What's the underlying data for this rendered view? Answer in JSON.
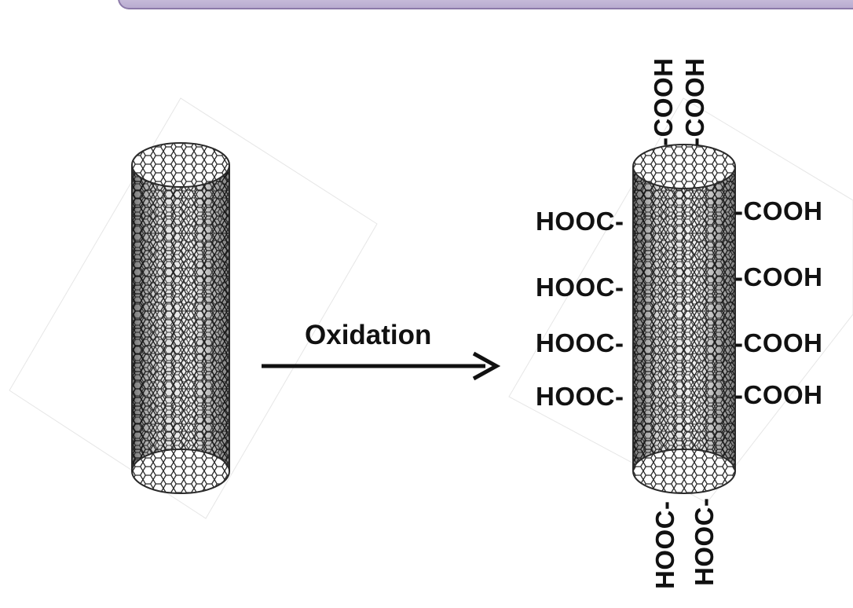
{
  "process": {
    "label": "Oxidation"
  },
  "functional_groups": {
    "left": [
      "HOOC-",
      "HOOC-",
      "HOOC-",
      "HOOC-"
    ],
    "right": [
      "-COOH",
      "-COOH",
      "-COOH",
      "-COOH"
    ],
    "top": [
      "-COOH",
      "-COOH"
    ],
    "bottom": [
      "HOOC-",
      "HOOC-"
    ]
  },
  "colors": {
    "tube_lattice": "#2a2a2a",
    "text": "#111111",
    "banner": "#b9acd0"
  }
}
